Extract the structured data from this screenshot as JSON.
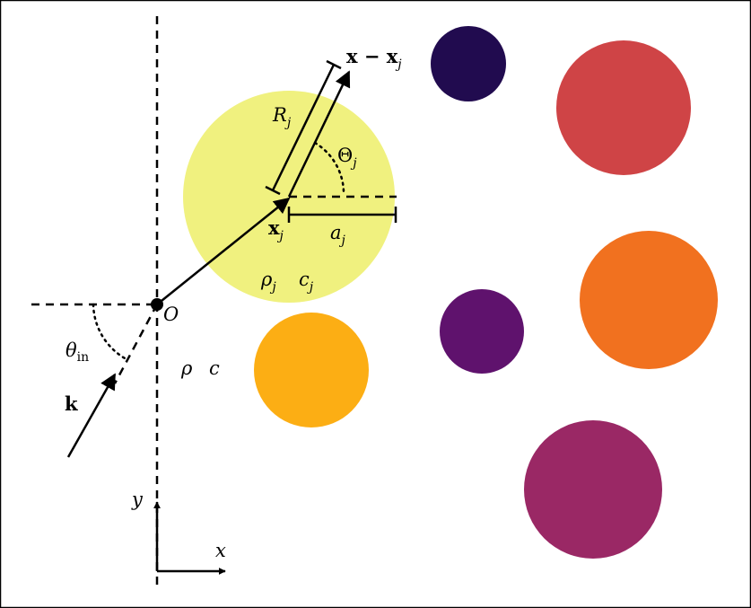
{
  "colors": {
    "frame": "#000000",
    "yellow": "#f0f17f",
    "amber": "#fcae14",
    "dark_purple": "#210b4f",
    "red": "#cf4446",
    "orange": "#f1711f",
    "purple": "#5f126d",
    "magenta": "#9a2865"
  },
  "labels": {
    "origin": "O",
    "theta": "θ",
    "theta_sub": "in",
    "k": "k",
    "rho": "ρ",
    "c": "c",
    "x_axis": "x",
    "y_axis": "y",
    "R": "R",
    "R_sub": "j",
    "Theta": "Θ",
    "Theta_sub": "j",
    "xj": "x",
    "xj_sub": "j",
    "a": "a",
    "a_sub": "j",
    "rho_j": "ρ",
    "rho_j_sub": "j",
    "c_j": "c",
    "c_j_sub": "j",
    "diff_x": "x − x",
    "diff_sub": "j"
  }
}
